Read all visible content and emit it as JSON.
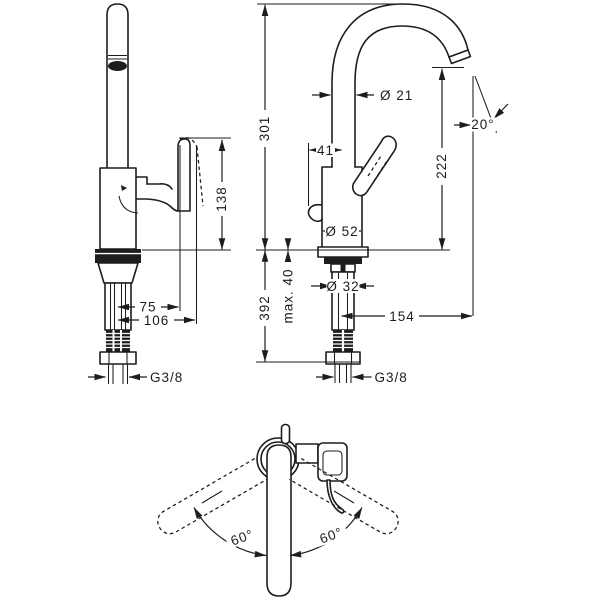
{
  "drawing": {
    "title_hint": "faucet-dimension-drawing",
    "line_color": "#1d1d1b",
    "background": "#ffffff",
    "front_view": {
      "dim_138": "138",
      "dim_75": "75",
      "dim_106": "106",
      "thread": "G3/8"
    },
    "side_view": {
      "dim_301": "301",
      "dim_o21": "Ø 21",
      "dim_20": "20°",
      "dim_41": "41",
      "dim_222": "222",
      "dim_o52": "Ø 52",
      "dim_o32": "Ø 32",
      "dim_max40": "max. 40",
      "dim_392": "392",
      "dim_154": "154",
      "thread": "G3/8"
    },
    "top_view": {
      "left_60": "60°",
      "right_60": "60°"
    }
  }
}
